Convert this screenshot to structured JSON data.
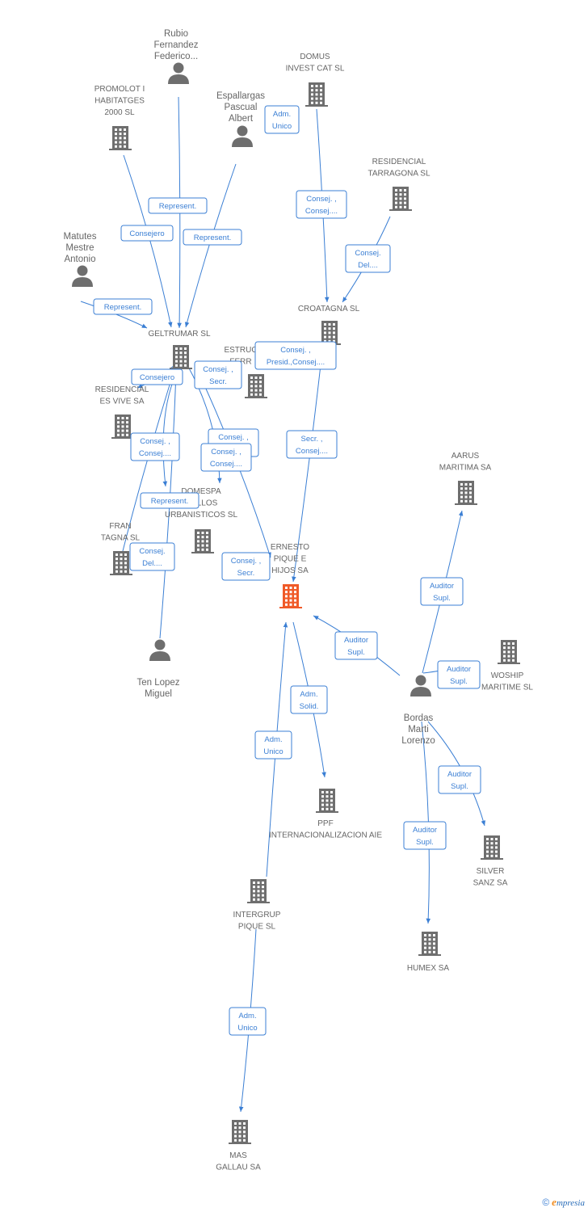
{
  "colors": {
    "edge": "#3b7fd4",
    "building": "#6e6e6e",
    "main_building": "#f05a28",
    "label": "#666666"
  },
  "footer": {
    "copyright": "©",
    "brand_e": "e",
    "brand_rest": "mpresia"
  },
  "nodes": [
    {
      "id": "rubio",
      "kind": "person",
      "lines": [
        "Rubio",
        "Fernandez",
        "Federico..."
      ]
    },
    {
      "id": "promolot",
      "kind": "company",
      "lines": [
        "PROMOLOT I",
        "HABITATGES",
        "2000 SL"
      ]
    },
    {
      "id": "espallargas",
      "kind": "person",
      "lines": [
        "Espallargas",
        "Pascual",
        "Albert"
      ]
    },
    {
      "id": "domus",
      "kind": "company",
      "lines": [
        "DOMUS",
        "INVEST CAT SL"
      ]
    },
    {
      "id": "residencial_tarragona",
      "kind": "company",
      "lines": [
        "RESIDENCIAL",
        "TARRAGONA SL"
      ]
    },
    {
      "id": "matutes",
      "kind": "person",
      "lines": [
        "Matutes",
        "Mestre",
        "Antonio"
      ]
    },
    {
      "id": "croatagna",
      "kind": "company",
      "lines": [
        "CROATAGNA SL"
      ]
    },
    {
      "id": "geltrumar",
      "kind": "company",
      "lines": [
        "GELTRUMAR SL"
      ]
    },
    {
      "id": "estruc",
      "kind": "company",
      "lines": [
        "ESTRUC",
        "FERR"
      ]
    },
    {
      "id": "residencial_vive",
      "kind": "company",
      "lines": [
        "RESIDENCIAL",
        "ES VIVE SA"
      ]
    },
    {
      "id": "domespa",
      "kind": "company",
      "lines": [
        "DOMESPA",
        "ROLLOS",
        "URBANISTICOS SL"
      ]
    },
    {
      "id": "fran",
      "kind": "company",
      "lines": [
        "FRAN",
        "TAGNA SL"
      ]
    },
    {
      "id": "ernesto",
      "kind": "main",
      "lines": [
        "ERNESTO",
        "PIQUE E",
        "HIJOS SA"
      ]
    },
    {
      "id": "aarus",
      "kind": "company",
      "lines": [
        "AARUS",
        "MARITIMA SA"
      ]
    },
    {
      "id": "woship",
      "kind": "company",
      "lines": [
        "WOSHIP",
        "MARITIME SL"
      ]
    },
    {
      "id": "ten",
      "kind": "person",
      "lines": [
        "Ten Lopez",
        "Miguel"
      ]
    },
    {
      "id": "bordas",
      "kind": "person",
      "lines": [
        "Bordas",
        "Marti",
        "Lorenzo"
      ]
    },
    {
      "id": "ppf",
      "kind": "company",
      "lines": [
        "PPF",
        "INTERNACIONALIZACION AIE"
      ]
    },
    {
      "id": "silver",
      "kind": "company",
      "lines": [
        "SILVER",
        "SANZ SA"
      ]
    },
    {
      "id": "intergrup",
      "kind": "company",
      "lines": [
        "INTERGRUP",
        "PIQUE  SL"
      ]
    },
    {
      "id": "humex",
      "kind": "company",
      "lines": [
        "HUMEX SA"
      ]
    },
    {
      "id": "mas",
      "kind": "company",
      "lines": [
        "MAS",
        "GALLAU SA"
      ]
    }
  ],
  "relations": [
    {
      "id": "adm_unico_domus",
      "lines": [
        "Adm.",
        "Unico"
      ]
    },
    {
      "id": "represent_rubio",
      "lines": [
        "Represent."
      ]
    },
    {
      "id": "consejero_promolot",
      "lines": [
        "Consejero"
      ]
    },
    {
      "id": "represent_espallargas",
      "lines": [
        "Represent."
      ]
    },
    {
      "id": "consej_domus",
      "lines": [
        "Consej. ,",
        "Consej...."
      ]
    },
    {
      "id": "consej_del_tarragona",
      "lines": [
        "Consej.",
        "Del...."
      ]
    },
    {
      "id": "represent_matutes",
      "lines": [
        "Represent."
      ]
    },
    {
      "id": "consej_presid",
      "lines": [
        "Consej. ,",
        "Presid.,Consej...."
      ]
    },
    {
      "id": "consejero_vive",
      "lines": [
        "Consejero"
      ]
    },
    {
      "id": "consej_secr_gel",
      "lines": [
        "Consej. ,",
        "Secr."
      ]
    },
    {
      "id": "consej_a",
      "lines": [
        "Consej. ,",
        "Consej...."
      ]
    },
    {
      "id": "consej_b",
      "lines": [
        "Consej. ,",
        "Consej...."
      ]
    },
    {
      "id": "consej_c",
      "lines": [
        "Consej. ,",
        "Consej...."
      ]
    },
    {
      "id": "secr_consej",
      "lines": [
        "Secr. ,",
        "Consej...."
      ]
    },
    {
      "id": "represent_ten",
      "lines": [
        "Represent."
      ]
    },
    {
      "id": "consej_del_fran",
      "lines": [
        "Consej.",
        "Del...."
      ]
    },
    {
      "id": "consej_secr_ern",
      "lines": [
        "Consej. ,",
        "Secr."
      ]
    },
    {
      "id": "auditor_aarus",
      "lines": [
        "Auditor",
        "Supl."
      ]
    },
    {
      "id": "auditor_ernesto",
      "lines": [
        "Auditor",
        "Supl."
      ]
    },
    {
      "id": "auditor_woship",
      "lines": [
        "Auditor",
        "Supl."
      ]
    },
    {
      "id": "adm_solid",
      "lines": [
        "Adm.",
        "Solid."
      ]
    },
    {
      "id": "adm_unico_intergrup",
      "lines": [
        "Adm.",
        "Unico"
      ]
    },
    {
      "id": "auditor_silver",
      "lines": [
        "Auditor",
        "Supl."
      ]
    },
    {
      "id": "auditor_humex",
      "lines": [
        "Auditor",
        "Supl."
      ]
    },
    {
      "id": "adm_unico_mas",
      "lines": [
        "Adm.",
        "Unico"
      ]
    }
  ]
}
